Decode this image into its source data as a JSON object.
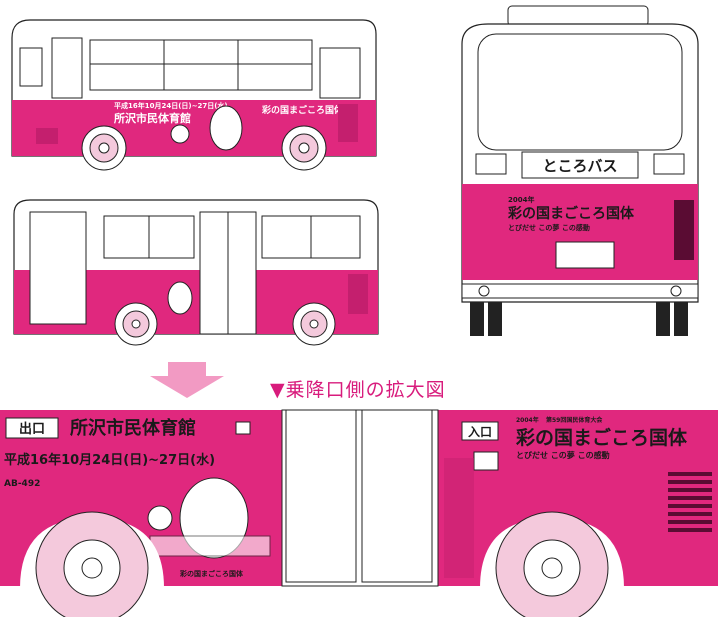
{
  "side_bus": {
    "route_date": "平成16年10月24日(日)~27日(水)",
    "venue": "所沢市民体育館",
    "event": "彩の国まごころ国体"
  },
  "rear_bus": {
    "sign": "ところバス",
    "year_label": "2004年",
    "event": "彩の国まごころ国体",
    "slogan": "とびだせ この夢 この感動"
  },
  "caption": {
    "text": "▼乗降口側の拡大図"
  },
  "enlarged": {
    "exit_label": "出口",
    "venue": "所沢市民体育館",
    "dates": "平成16年10月24日(日)~27日(水)",
    "plate": "AB-492",
    "entrance_label": "入口",
    "year_label": "2004年",
    "event_heading": "第59回国民体育大会",
    "event": "彩の国まごころ国体",
    "slogan": "とびだせ この夢 この感動",
    "sub_caption": "彩の国まごころ国体"
  },
  "colors": {
    "accent": "#e0287e",
    "caption": "#d81b7c"
  }
}
